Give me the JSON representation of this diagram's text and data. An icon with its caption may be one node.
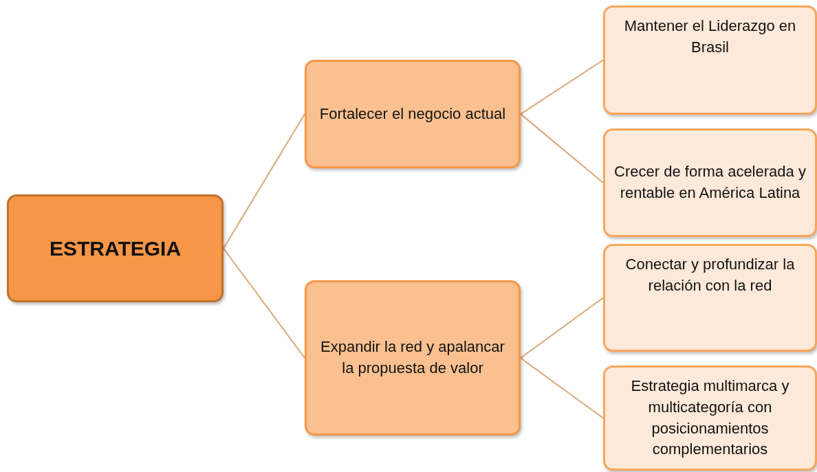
{
  "diagram": {
    "nodes": [
      {
        "text": [
          "ESTRATEGIA"
        ]
      },
      {
        "text": [
          "Fortalecer el negocio actual"
        ]
      },
      {
        "text": [
          "Expandir la red y apalancar la propuesta de valor"
        ]
      },
      {
        "text": [
          "Mantener el Liderazgo en Brasil"
        ]
      },
      {
        "text": [
          "Crecer de forma acelerada y rentable en América Latina"
        ]
      },
      {
        "text": [
          "Conectar y profundizar la relación con la red"
        ]
      },
      {
        "text": [
          "Estrategia multimarca y multicategoría con posicionamientos complementarios"
        ]
      }
    ],
    "edges": [
      {
        "from": 0,
        "to": 1,
        "arrow": "none"
      },
      {
        "from": 0,
        "to": 2,
        "arrow": "none"
      },
      {
        "from": 1,
        "to": 3,
        "arrow": "none"
      },
      {
        "from": 1,
        "to": 4,
        "arrow": "none"
      },
      {
        "from": 2,
        "to": 5,
        "arrow": "none"
      },
      {
        "from": 2,
        "to": 6,
        "arrow": "none"
      }
    ]
  }
}
